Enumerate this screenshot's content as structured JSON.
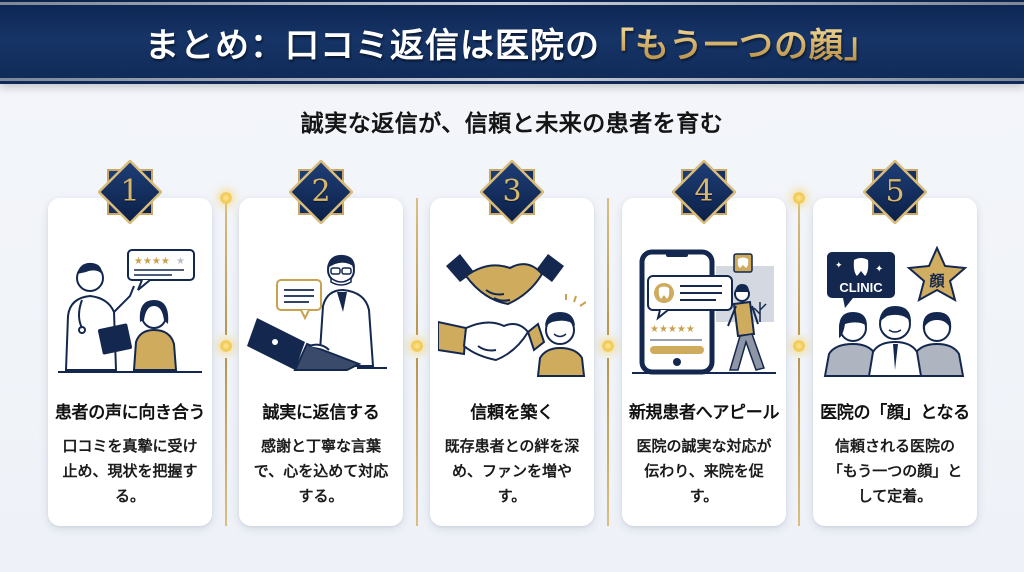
{
  "header": {
    "title_prefix": "まとめ：口コミ返信は医院の",
    "title_highlight": "「もう一つの顔」"
  },
  "subtitle": "誠実な返信が、信頼と未来の患者を育む",
  "colors": {
    "navy": "#0f2a58",
    "gold": "#d8b66c",
    "background": "#f1f4f9",
    "card": "#ffffff"
  },
  "steps": [
    {
      "number": "1",
      "title": "患者の声に向き合う",
      "description": "口コミを真摯に受け止め、現状を把握する。",
      "illustration": "doctor-listening-to-patient-with-review-bubble",
      "rating_stars": "★★★★☆"
    },
    {
      "number": "2",
      "title": "誠実に返信する",
      "description": "感謝と丁寧な言葉で、心を込めて対応する。",
      "illustration": "doctor-typing-reply-on-laptop"
    },
    {
      "number": "3",
      "title": "信頼を築く",
      "description": "既存患者との絆を深め、ファンを増やす。",
      "illustration": "handshakes-with-smiling-patient"
    },
    {
      "number": "4",
      "title": "新規患者へアピール",
      "description": "医院の誠実な対応が伝わり、来院を促す。",
      "illustration": "smartphone-review-and-walking-visitor",
      "rating_stars": "★★★★★"
    },
    {
      "number": "5",
      "title": "医院の「顔」となる",
      "description": "信頼される医院の「もう一つの顔」として定着。",
      "illustration": "clinic-staff-with-star",
      "clinic_label": "CLINIC",
      "star_label": "顔"
    }
  ]
}
